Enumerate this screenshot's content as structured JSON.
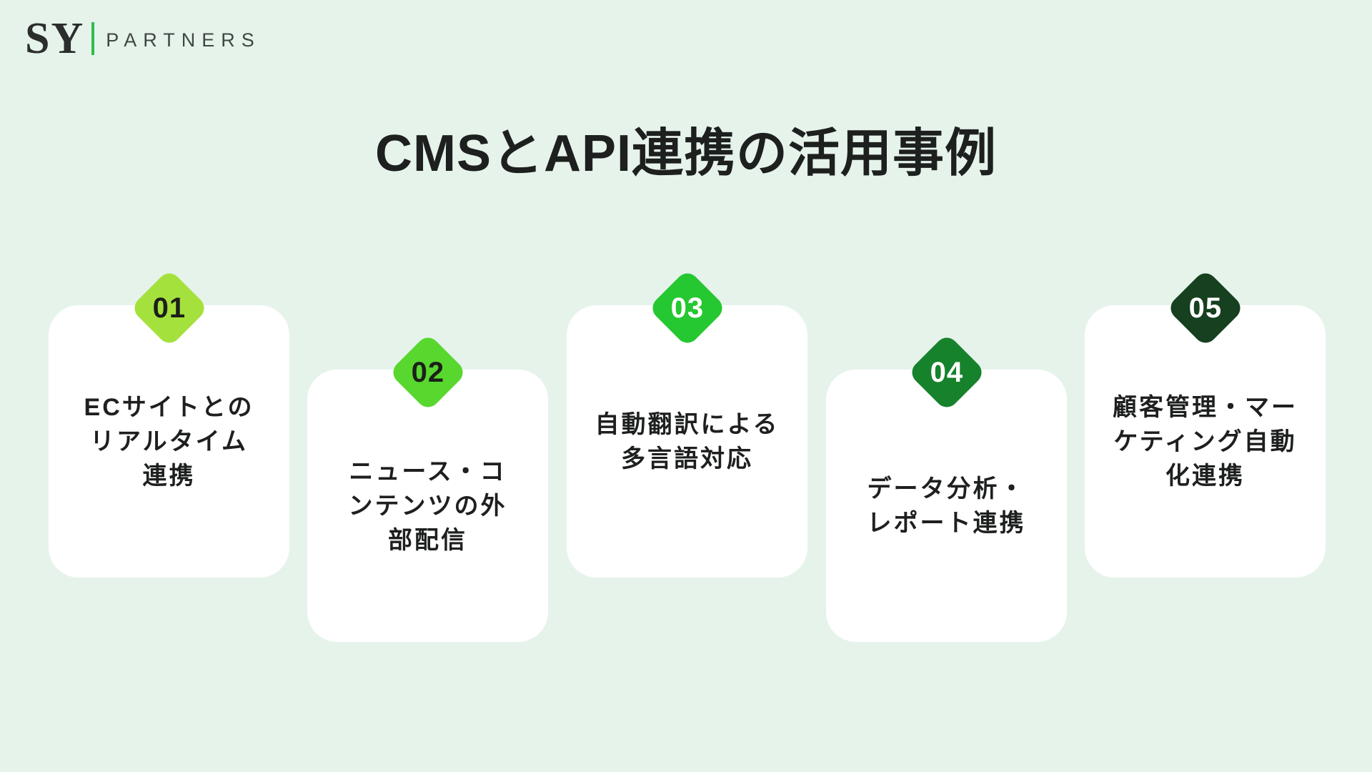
{
  "page": {
    "background": "#e6f3eb"
  },
  "logo": {
    "primary": "SY",
    "secondary": "PARTNERS",
    "divider_color": "#2ebd4e"
  },
  "title": "CMSとAPI連携の活用事例",
  "cards": [
    {
      "number": "01",
      "text": "ECサイトとの\nリアルタイム\n連携",
      "badge_color": "#a5e13c",
      "badge_text_color": "#1c1f1a"
    },
    {
      "number": "02",
      "text": "ニュース・コ\nンテンツの外\n部配信",
      "badge_color": "#58d72f",
      "badge_text_color": "#1c1f1a"
    },
    {
      "number": "03",
      "text": "自動翻訳による\n多言語対応",
      "badge_color": "#25c830",
      "badge_text_color": "#ffffff"
    },
    {
      "number": "04",
      "text": "データ分析・\nレポート連携",
      "badge_color": "#17822c",
      "badge_text_color": "#ffffff"
    },
    {
      "number": "05",
      "text": "顧客管理・マー\nケティング自動\n化連携",
      "badge_color": "#16401f",
      "badge_text_color": "#ffffff"
    }
  ]
}
